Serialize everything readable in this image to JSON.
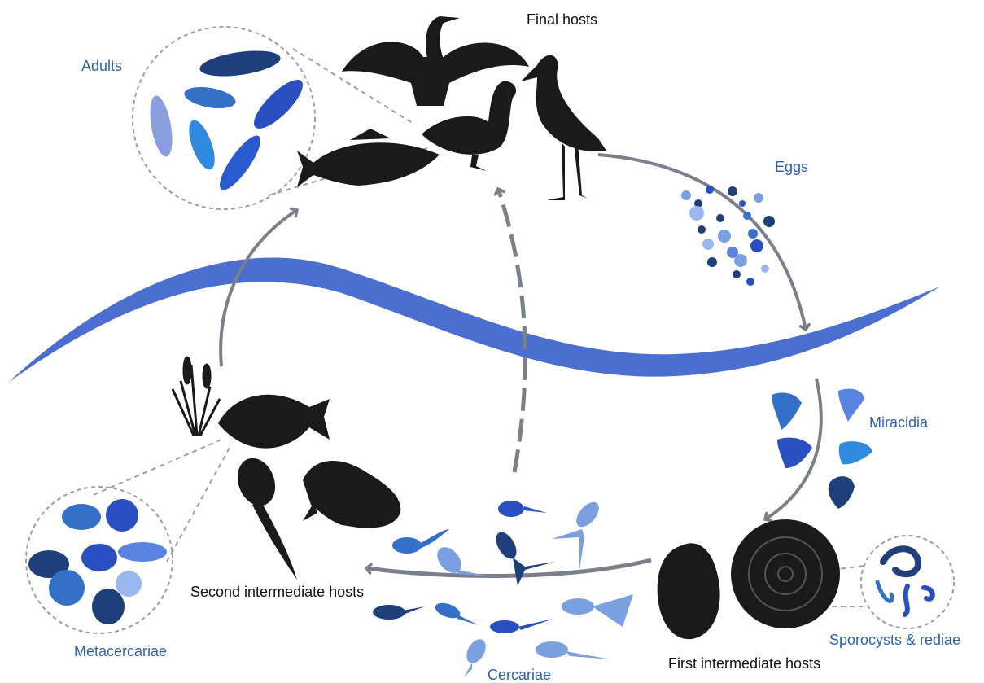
{
  "labels": {
    "final_hosts": "Final hosts",
    "adults": "Adults",
    "eggs": "Eggs",
    "miracidia": "Miracidia",
    "sporocysts_rediae": "Sporocysts & rediae",
    "first_intermediate_hosts": "First intermediate hosts",
    "cercariae": "Cercariae",
    "second_intermediate_hosts": "Second intermediate hosts",
    "metacercariae": "Metacercariae"
  },
  "colors": {
    "water": "#4a6fd0",
    "label_blue": "#2f62b0",
    "silhouette": "#1a1a1a",
    "arrow": "#7a7f8c",
    "parasite_dark": "#1e3f7a",
    "parasite_mid": "#3570c8",
    "parasite_light": "#7aa0e0"
  },
  "icons": {
    "final_hosts": [
      "cormorant-icon",
      "duck-icon",
      "stork-icon",
      "fish-icon"
    ],
    "second_hosts": [
      "fish-icon",
      "frog-icon",
      "tadpole-icon",
      "reed-plant-icon"
    ],
    "first_hosts": [
      "pond-snail-icon",
      "ramshorn-snail-icon"
    ]
  }
}
